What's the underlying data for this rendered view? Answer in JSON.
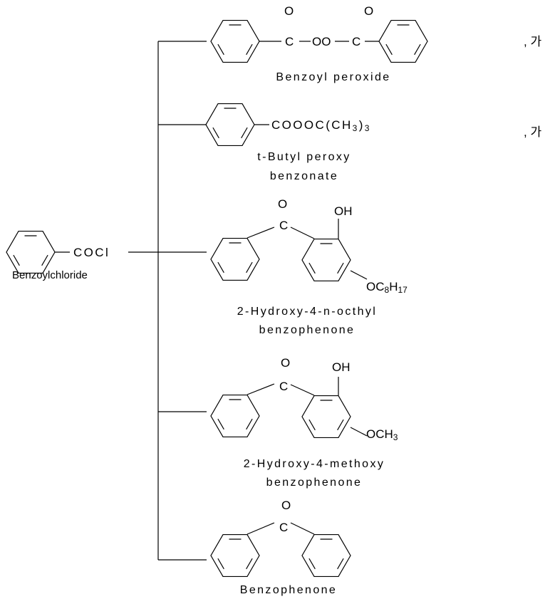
{
  "left": {
    "group": "COCl",
    "name": "Benzoylchloride"
  },
  "products": [
    {
      "formula": {
        "left_c": "C",
        "middle": "OO",
        "right_c": "C",
        "o_left": "O",
        "o_right": "O"
      },
      "name_lines": [
        "Benzoyl peroxide"
      ],
      "side_note": ", 가"
    },
    {
      "formula": {
        "main": "COOOC(CH",
        "sub": "3",
        "close": ")",
        "close_sub": "3"
      },
      "name_lines": [
        "t-Butyl peroxy",
        "benzonate"
      ],
      "side_note": ", 가"
    },
    {
      "formula": {
        "o": "O",
        "c": "C",
        "oh": "OH",
        "sub_prefix": "OC",
        "sub_a": "8",
        "sub_h": "H",
        "sub_b": "17"
      },
      "name_lines": [
        "2-Hydroxy-4-n-octhyl",
        "benzophenone"
      ]
    },
    {
      "formula": {
        "o": "O",
        "c": "C",
        "oh": "OH",
        "sub_prefix": "OCH",
        "sub_a": "3"
      },
      "name_lines": [
        "2-Hydroxy-4-methoxy",
        "benzophenone"
      ]
    },
    {
      "formula": {
        "o": "O",
        "c": "C"
      },
      "name_lines": [
        "Benzophenone"
      ]
    }
  ]
}
